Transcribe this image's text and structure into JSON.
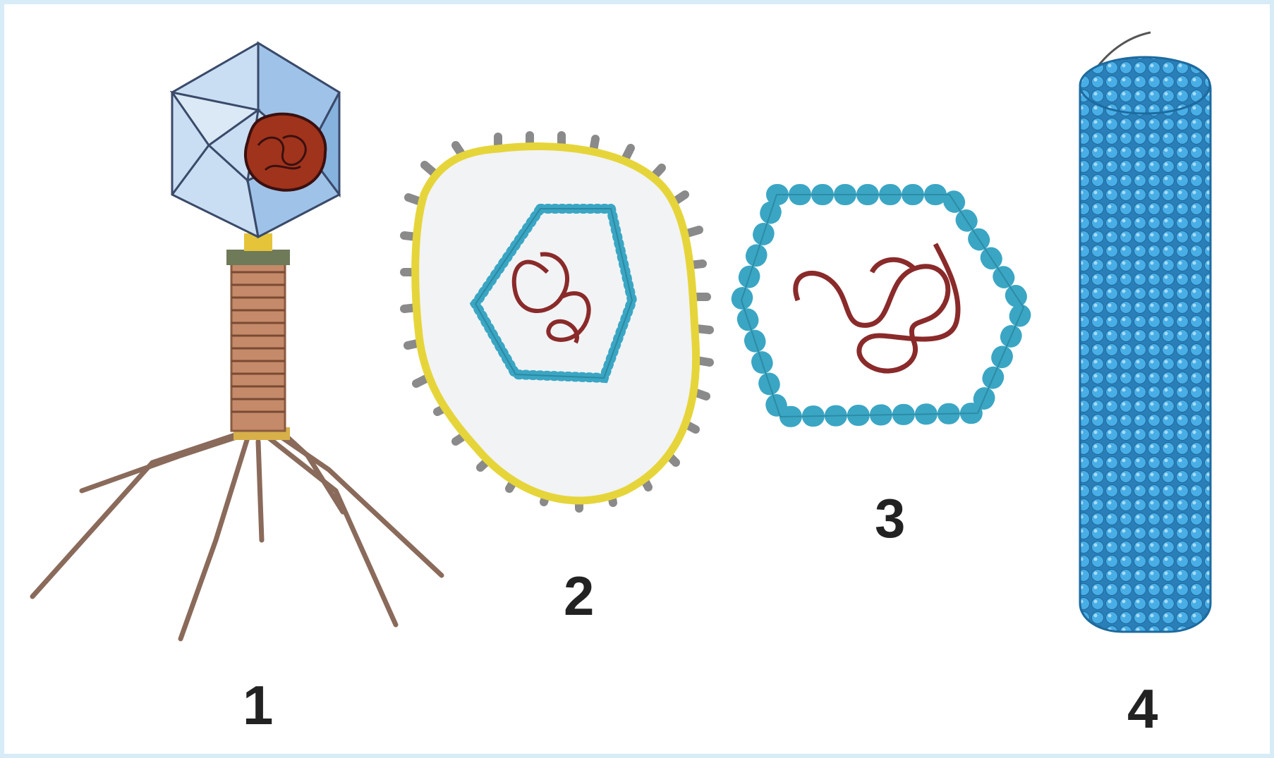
{
  "figure": {
    "labels": [
      "1",
      "2",
      "3",
      "4"
    ]
  },
  "colors": {
    "frame_border": "#d7ecf7",
    "capsid_light": "#c9def2",
    "capsid_dark": "#8fb6e0",
    "dna_red": "#7a1f1f",
    "dna_fill": "#a0331c",
    "tail_brown": "#b07050",
    "fiber_brown": "#8a6a5a",
    "envelope_yellow": "#e6d53a",
    "spike_gray": "#8a8a8a",
    "bead_teal": "#3aa6c4",
    "rod_blue": "#3a9ad8"
  }
}
